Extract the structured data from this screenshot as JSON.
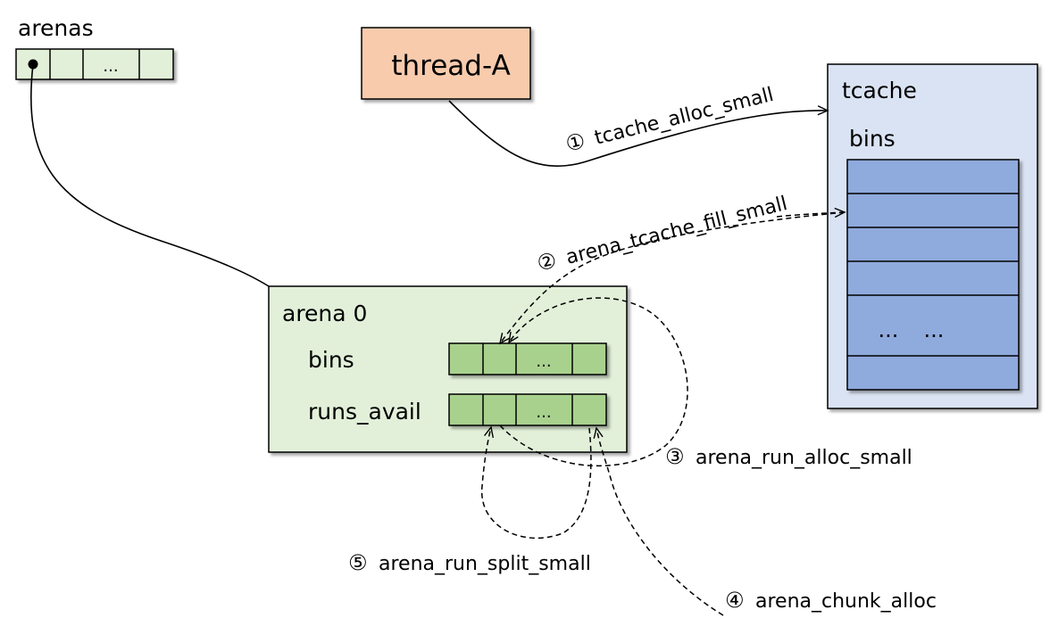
{
  "arenas": {
    "label": "arenas",
    "cells": [
      "",
      "",
      "...",
      ""
    ]
  },
  "thread": {
    "label": "thread-A"
  },
  "tcache": {
    "label": "tcache",
    "bins_label": "bins",
    "ellipsis_1": "...",
    "ellipsis_2": "..."
  },
  "arena0": {
    "label": "arena 0",
    "bins_label": "bins",
    "bins_cells": [
      "",
      "",
      "",
      "...",
      ""
    ],
    "runs_avail_label": "runs_avail",
    "runs_avail_cells": [
      "",
      "",
      "",
      "...",
      ""
    ]
  },
  "steps": [
    {
      "num": "①",
      "label": "tcache_alloc_small"
    },
    {
      "num": "②",
      "label": "arena_tcache_fill_small"
    },
    {
      "num": "③",
      "label": "arena_run_alloc_small"
    },
    {
      "num": "④",
      "label": "arena_chunk_alloc"
    },
    {
      "num": "⑤",
      "label": "arena_run_split_small"
    }
  ],
  "colors": {
    "thread_fill": "#f8cbad",
    "tcache_fill": "#dae3f3",
    "tcache_bin_fill": "#8faadc",
    "arena_fill": "#e2f0d9",
    "arena_cell_fill": "#a9d18e",
    "arenas_cell_fill": "#e2f0d9",
    "stroke": "#000000"
  }
}
